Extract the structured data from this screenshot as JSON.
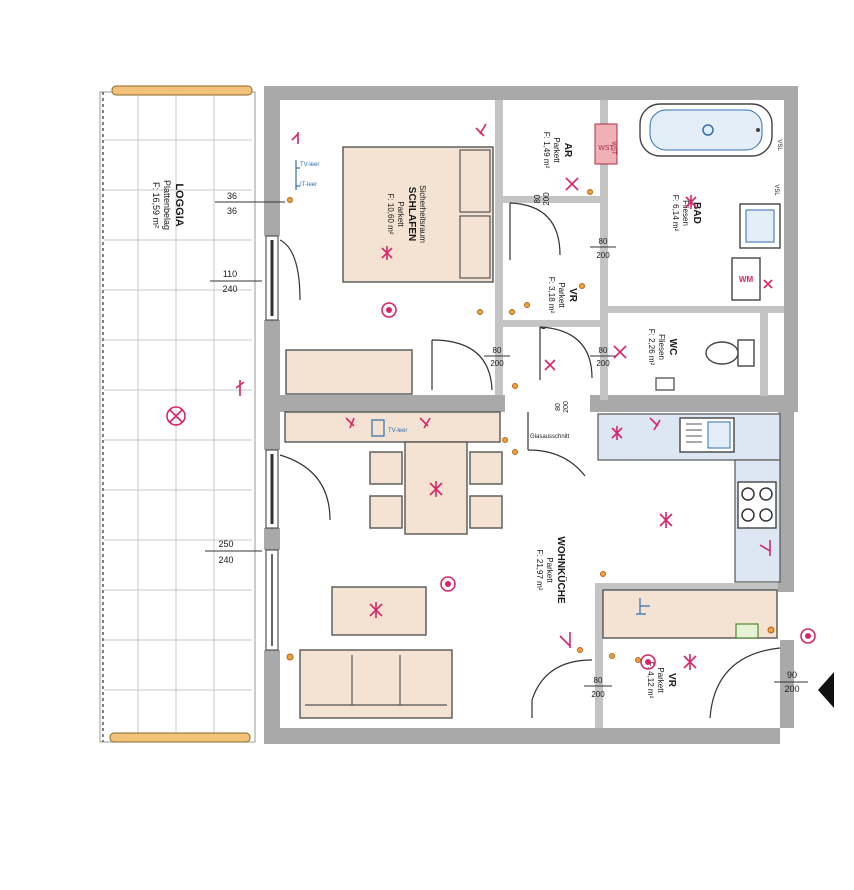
{
  "plan": {
    "rooms": {
      "loggia": {
        "name": "LOGGIA",
        "floor": "Plattenbelag",
        "area": "F: 16,59 m²"
      },
      "schlafen": {
        "sub": "Sicherheitsraum",
        "name": "SCHLAFEN",
        "floor": "Parkett",
        "area": "F: 10,60 m²"
      },
      "ar": {
        "name": "AR",
        "floor": "Parkett",
        "area": "F: 1,49 m²"
      },
      "vr_top": {
        "name": "VR",
        "floor": "Parkett",
        "area": "F: 3,18 m²"
      },
      "bad": {
        "name": "BAD",
        "floor": "Fliesen",
        "area": "F: 6,14 m²"
      },
      "wc": {
        "name": "WC",
        "floor": "Fliesen",
        "area": "F: 2,26 m²"
      },
      "wohnkueche": {
        "name": "WOHNKÜCHE",
        "floor": "Parkett",
        "area": "F: 21,97 m²"
      },
      "vr_bottom": {
        "name": "VR",
        "floor": "Parkett",
        "area": "F: 4,12 m²"
      }
    },
    "dims": {
      "d36_top": "36",
      "d36_bot": "36",
      "d110": "110",
      "d240a": "240",
      "d250": "250",
      "d240b": "240",
      "d80a": "80",
      "d200a": "200",
      "d80b": "80",
      "d200b": "200",
      "d80c": "80",
      "d200c": "200",
      "d80d": "80",
      "d200d": "200",
      "d80e": "80",
      "d200e": "200",
      "d90": "90",
      "d200f": "200",
      "d80k": "80",
      "d200k": "200"
    },
    "notes": {
      "glasausschnitt": "Glasausschnitt",
      "tv1": "TV-leer",
      "tv2": "IT-leer",
      "tv3": "TV-leer",
      "wm": "WM",
      "vsl": "VSL",
      "wst": "WST",
      "wst2": "WST",
      "bad_side": "VSL"
    },
    "colors": {
      "wall": "#a9a9a9",
      "furniture": "#f4e3d3",
      "electric": "#d6256a",
      "kitchen": "#dce7f3"
    }
  }
}
